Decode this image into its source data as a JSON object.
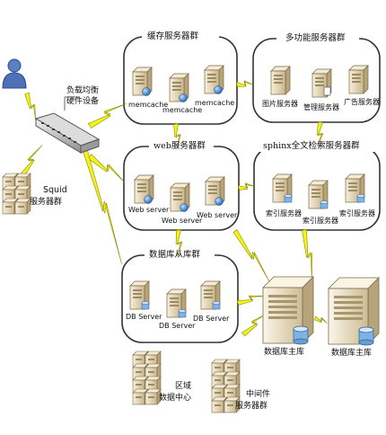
{
  "user": {
    "icon": "user-icon"
  },
  "load_balancer": {
    "label_line1": "负载均衡",
    "label_line2": "硬件设备",
    "icon": "network-switch-icon"
  },
  "squid": {
    "label_line1": "Squid",
    "label_line2": "服务器群",
    "icon": "server-rack-icon"
  },
  "groups": {
    "cache": {
      "title": "缓存服务器群",
      "servers": [
        "memcache",
        "memcache",
        "memcache"
      ]
    },
    "multi": {
      "title": "多功能服务器群",
      "servers": [
        "图片服务器",
        "管理服务器",
        "广告服务器"
      ]
    },
    "web": {
      "title": "web服务器群",
      "servers": [
        "Web server",
        "Web server",
        "Web server"
      ]
    },
    "sphinx": {
      "title": "sphinx全文检索服务器群",
      "servers": [
        "索引服务器",
        "索引服务器",
        "索引服务器"
      ]
    },
    "db_slave": {
      "title": "数据库从库群",
      "servers": [
        "DB Server",
        "DB Server",
        "DB Server"
      ]
    }
  },
  "db_masters": [
    "数据库主库",
    "数据库主库"
  ],
  "regional": {
    "label_line1": "区域",
    "label_line2": "数据中心"
  },
  "middleware": {
    "label_line1": "中间件",
    "label_line2": "服务器群"
  },
  "colors": {
    "bolt": "#f3f31a",
    "bolt_outline": "#8a8a00",
    "group_border": "#333333",
    "server_body": "#e9dcbf",
    "server_shade": "#b8a47a",
    "db_disk": "#7fb2e6"
  }
}
